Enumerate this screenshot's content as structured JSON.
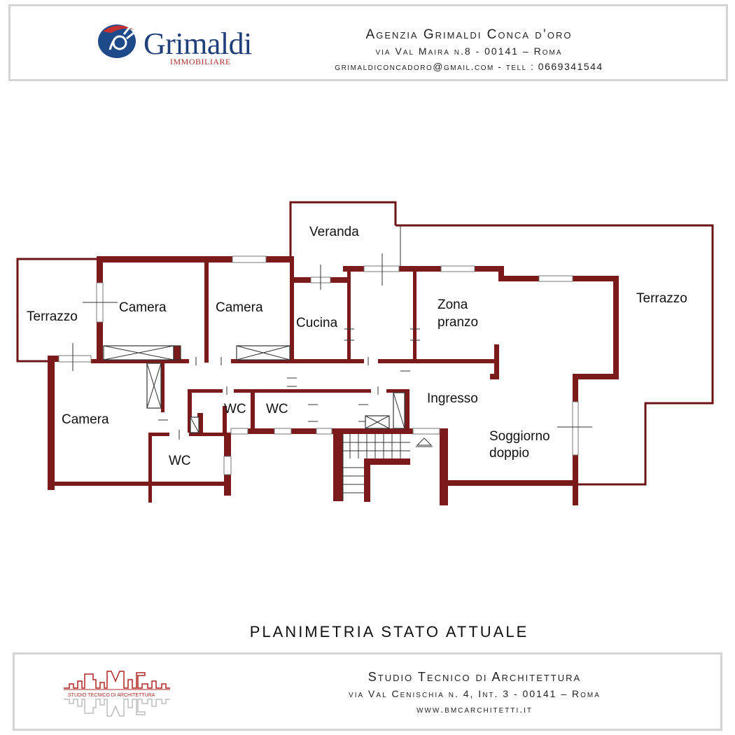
{
  "header": {
    "logo_name": "Grimaldi",
    "logo_sub": "IMMOBILIARE",
    "agency_name": "Agenzia Grimaldi Conca d’oro",
    "agency_address": "via Val Maira n.8  - 00141 – Roma",
    "agency_contact": "grimaldiconcadoro@gmail.com - tell : 0669341544"
  },
  "plan": {
    "title": "PLANIMETRIA STATO ATTUALE",
    "rooms": {
      "veranda": "Veranda",
      "terrazzo_left": "Terrazzo",
      "camera_1": "Camera",
      "camera_2": "Camera",
      "cucina": "Cucina",
      "zona_pranzo_1": "Zona",
      "zona_pranzo_2": "pranzo",
      "terrazzo_right": "Terrazzo",
      "camera_3": "Camera",
      "wc_1": "WC",
      "wc_2": "WC",
      "wc_3": "WC",
      "ingresso": "Ingresso",
      "soggiorno_1": "Soggiorno",
      "soggiorno_2": "doppio"
    },
    "colors": {
      "wall": "#7a1a1a",
      "outline": "#6d1414"
    }
  },
  "footer": {
    "logo_text": "STUDIO TECNICO DI ARCHITETTURA",
    "studio_name": "Studio Tecnico di Architettura",
    "studio_address": "via Val Cenischia n. 4, Int. 3 - 00141 – Roma",
    "studio_web": "www.bmcarchitetti.it"
  }
}
